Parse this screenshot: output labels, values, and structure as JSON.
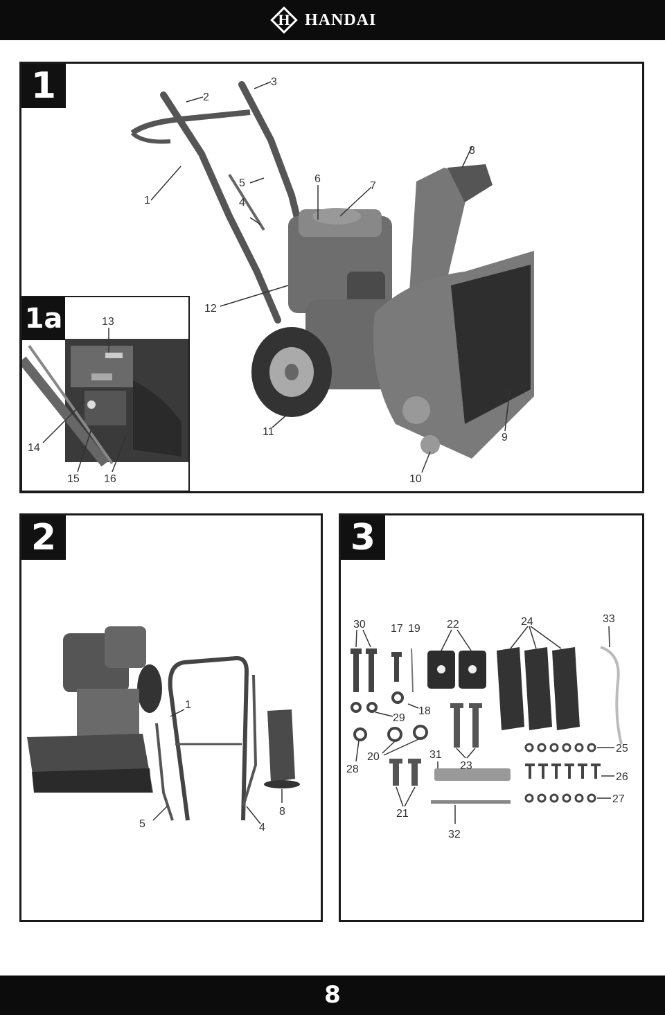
{
  "header": {
    "brand": "HANDAI",
    "logo_letter": "H"
  },
  "footer": {
    "page_number": "8"
  },
  "figures": {
    "fig1": {
      "label": "1",
      "callouts": [
        "1",
        "2",
        "3",
        "4",
        "5",
        "6",
        "7",
        "8",
        "9",
        "10",
        "11",
        "12"
      ]
    },
    "fig1a": {
      "label": "1a",
      "callouts": [
        "13",
        "14",
        "15",
        "16"
      ]
    },
    "fig2": {
      "label": "2",
      "callouts": [
        "1",
        "4",
        "5",
        "8"
      ]
    },
    "fig3": {
      "label": "3",
      "callouts": [
        "17",
        "18",
        "19",
        "20",
        "21",
        "22",
        "23",
        "24",
        "25",
        "26",
        "27",
        "28",
        "29",
        "30",
        "31",
        "32",
        "33"
      ]
    }
  }
}
